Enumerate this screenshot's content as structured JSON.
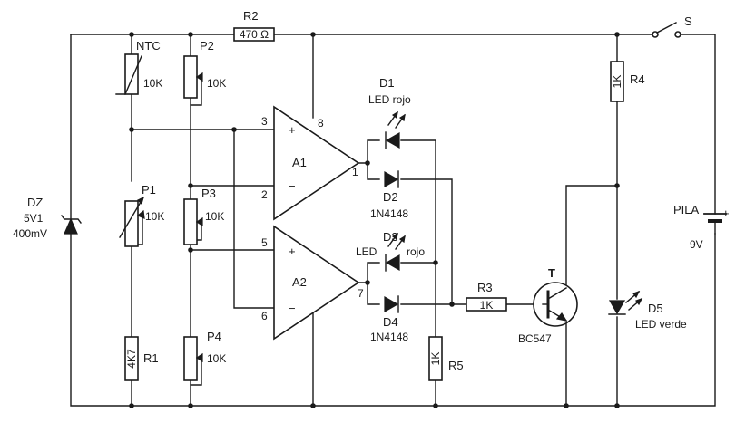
{
  "components": {
    "ntc": {
      "name": "NTC",
      "value": "10K"
    },
    "p2": {
      "name": "P2",
      "value": "10K"
    },
    "r2": {
      "name": "R2",
      "value": "470 Ω"
    },
    "switch": {
      "name": "S"
    },
    "r4": {
      "name": "R4",
      "value": "1K"
    },
    "a1": {
      "name": "A1",
      "pin_noninv": "3",
      "pin_inv": "2",
      "pin_out": "1",
      "pin_pwr": "8",
      "plus": "+",
      "minus": "−"
    },
    "a2": {
      "name": "A2",
      "pin_noninv": "5",
      "pin_inv": "6",
      "pin_out": "7",
      "plus": "+",
      "minus": "−"
    },
    "d1": {
      "name": "D1",
      "desc": "LED rojo"
    },
    "d2": {
      "name": "D2",
      "desc": "1N4148"
    },
    "d3": {
      "name": "D3",
      "desc_a": "LED",
      "desc_b": "rojo"
    },
    "d4": {
      "name": "D4",
      "desc": "1N4148"
    },
    "dz": {
      "name": "DZ",
      "line1": "5V1",
      "line2": "400mV"
    },
    "p1": {
      "name": "P1",
      "value": "10K"
    },
    "p3": {
      "name": "P3",
      "value": "10K"
    },
    "p4": {
      "name": "P4",
      "value": "10K"
    },
    "r1": {
      "name": "R1",
      "value": "4K7"
    },
    "r3": {
      "name": "R3",
      "value": "1K"
    },
    "r5": {
      "name": "R5",
      "value": "1K"
    },
    "t": {
      "name": "T",
      "type": "BC547"
    },
    "d5": {
      "name": "D5",
      "desc": "LED verde"
    },
    "pila": {
      "name": "PILA",
      "value": "9V",
      "plus": "+"
    }
  }
}
